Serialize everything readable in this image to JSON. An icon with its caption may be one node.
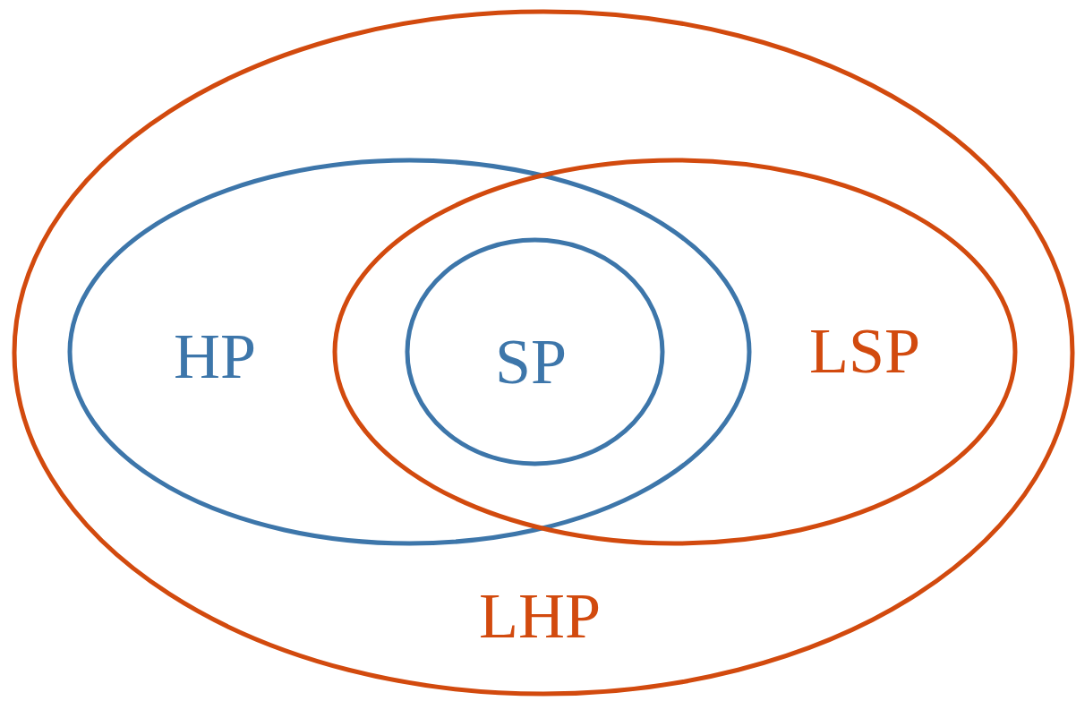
{
  "diagram": {
    "nodes": [
      {
        "text": [
          "LHP"
        ]
      },
      {
        "text": [
          "HP"
        ],
        "in": 0
      },
      {
        "text": [
          "SP"
        ]
      },
      {
        "text": [
          "LSP"
        ],
        "in": 0
      }
    ]
  }
}
